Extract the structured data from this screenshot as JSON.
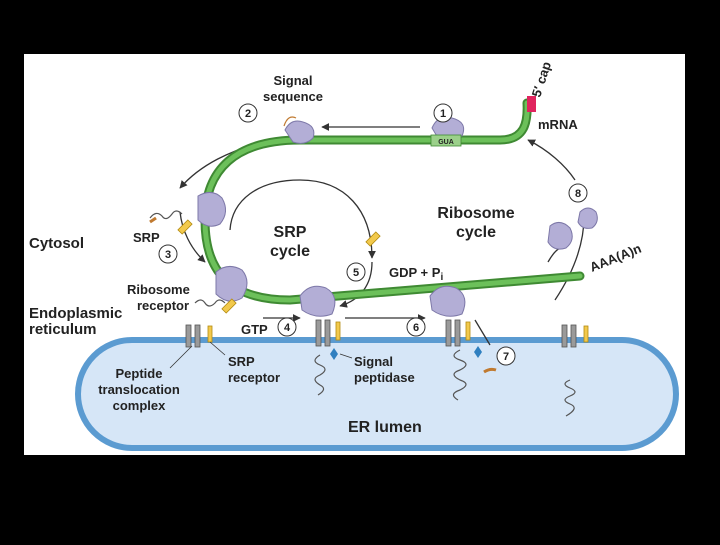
{
  "labels": {
    "signal_sequence": [
      "Signal",
      "sequence"
    ],
    "mrna": "mRNA",
    "five_cap": "5′ cap",
    "gua": "GUA",
    "poly_a": "AAA(A)n",
    "srp": "SRP",
    "srp_cycle": [
      "SRP",
      "cycle"
    ],
    "ribosome_cycle": [
      "Ribosome",
      "cycle"
    ],
    "gdp_pi": "GDP + P",
    "pi_sub": "i",
    "gtp": "GTP",
    "ribosome_receptor": [
      "Ribosome",
      "receptor"
    ],
    "srp_receptor": [
      "SRP",
      "receptor"
    ],
    "peptide_translocation": [
      "Peptide",
      "translocation",
      "complex"
    ],
    "signal_peptidase": [
      "Signal",
      "peptidase"
    ],
    "er_lumen": "ER lumen"
  },
  "regions": {
    "cytosol": "Cytosol",
    "er": [
      "Endoplasmic",
      "reticulum"
    ]
  },
  "steps": [
    "1",
    "2",
    "3",
    "4",
    "5",
    "6",
    "7",
    "8"
  ],
  "colors": {
    "mrna_green": "#5aa84a",
    "ribosome": "#b3aed6",
    "srp": "#f2c94c",
    "cap": "#e0245e",
    "er_fill": "#d6e6f7",
    "er_border": "#5b9bd1",
    "receptor": "#7a7a7a",
    "peptidase": "#2f7fc0"
  }
}
